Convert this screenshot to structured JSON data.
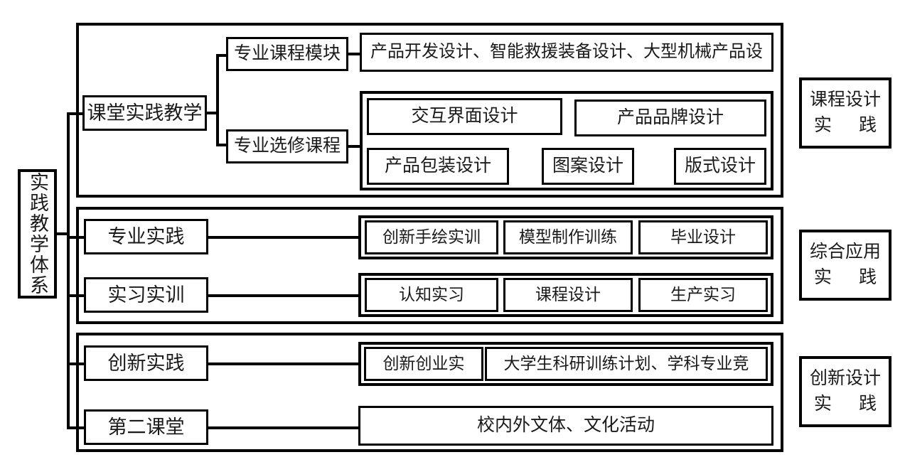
{
  "root": {
    "label": "实践教学体系"
  },
  "tiers": [
    {
      "id": "tier-course-design",
      "line1": "课程设计",
      "line2": "实 践"
    },
    {
      "id": "tier-comprehensive",
      "line1": "综合应用",
      "line2": "实 践"
    },
    {
      "id": "tier-innovation",
      "line1": "创新设计",
      "line2": "实 践"
    }
  ],
  "sections": [
    {
      "id": "section-classroom",
      "branch": "课堂实践教学",
      "subbranches": [
        {
          "label": "专业课程模块",
          "items": [
            "产品开发设计、智能救援装备设计、大型机械产品设"
          ]
        },
        {
          "label": "专业选修课程",
          "items": [
            "交互界面设计",
            "产品品牌设计",
            "产品包装设计",
            "图案设计",
            "版式设计"
          ]
        }
      ]
    },
    {
      "id": "section-comprehensive",
      "rows": [
        {
          "branch": "专业实践",
          "items": [
            "创新手绘实训",
            "模型制作训练",
            "毕业设计"
          ]
        },
        {
          "branch": "实习实训",
          "items": [
            "认知实习",
            "课程设计",
            "生产实习"
          ]
        }
      ]
    },
    {
      "id": "section-innovation",
      "rows": [
        {
          "branch": "创新实践",
          "items": [
            "创新创业实",
            "大学生科研训练计划、学科专业竞"
          ]
        },
        {
          "branch": "第二课堂",
          "items": [
            "校内外文体、文化活动"
          ]
        }
      ]
    }
  ]
}
